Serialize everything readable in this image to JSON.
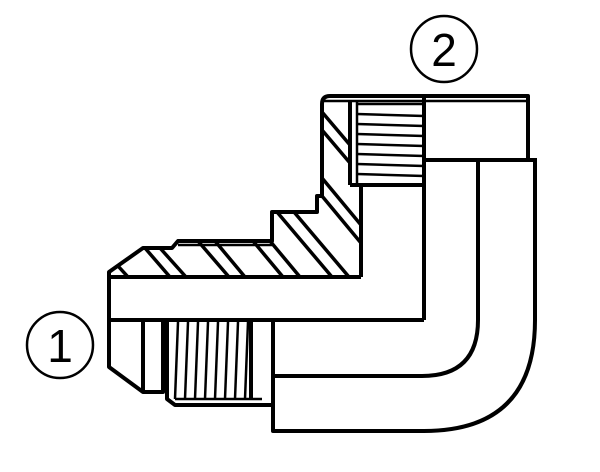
{
  "diagram": {
    "subject": "90-degree elbow hydraulic fitting, cross-section drawing",
    "callouts": [
      {
        "id": "1",
        "label": "1",
        "position": "left male flare end"
      },
      {
        "id": "2",
        "label": "2",
        "position": "top female threaded port"
      }
    ],
    "colors": {
      "line": "#000000",
      "background": "#ffffff"
    }
  }
}
